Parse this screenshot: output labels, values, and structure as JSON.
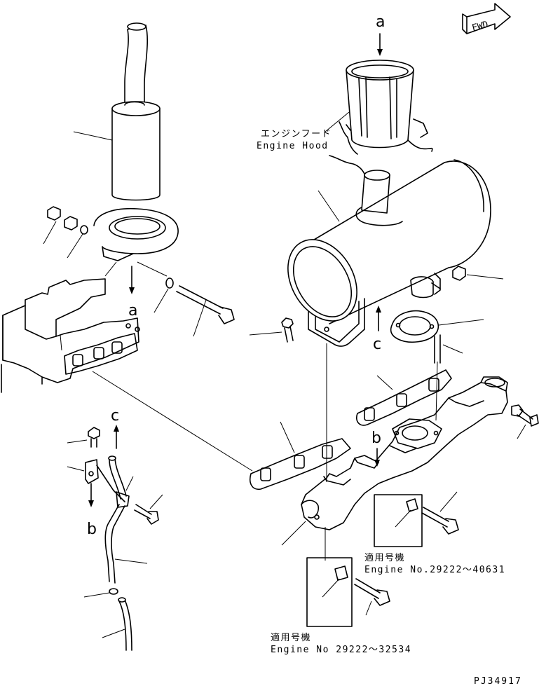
{
  "fwd_label": "FWD",
  "hood_label": {
    "jp": "エンジンフード",
    "en": "Engine Hood"
  },
  "callout_letters": {
    "a_top": "a",
    "a_left": "a",
    "c_muffler": "c",
    "c_pipe": "c",
    "b_manifold": "b",
    "b_pipe": "b"
  },
  "serial_notes": [
    {
      "jp": "適用号機",
      "en": "Engine No.29222～40631"
    },
    {
      "jp": "適用号機",
      "en": "Engine No 29222～32534"
    }
  ],
  "drawing_number": "PJ34917"
}
